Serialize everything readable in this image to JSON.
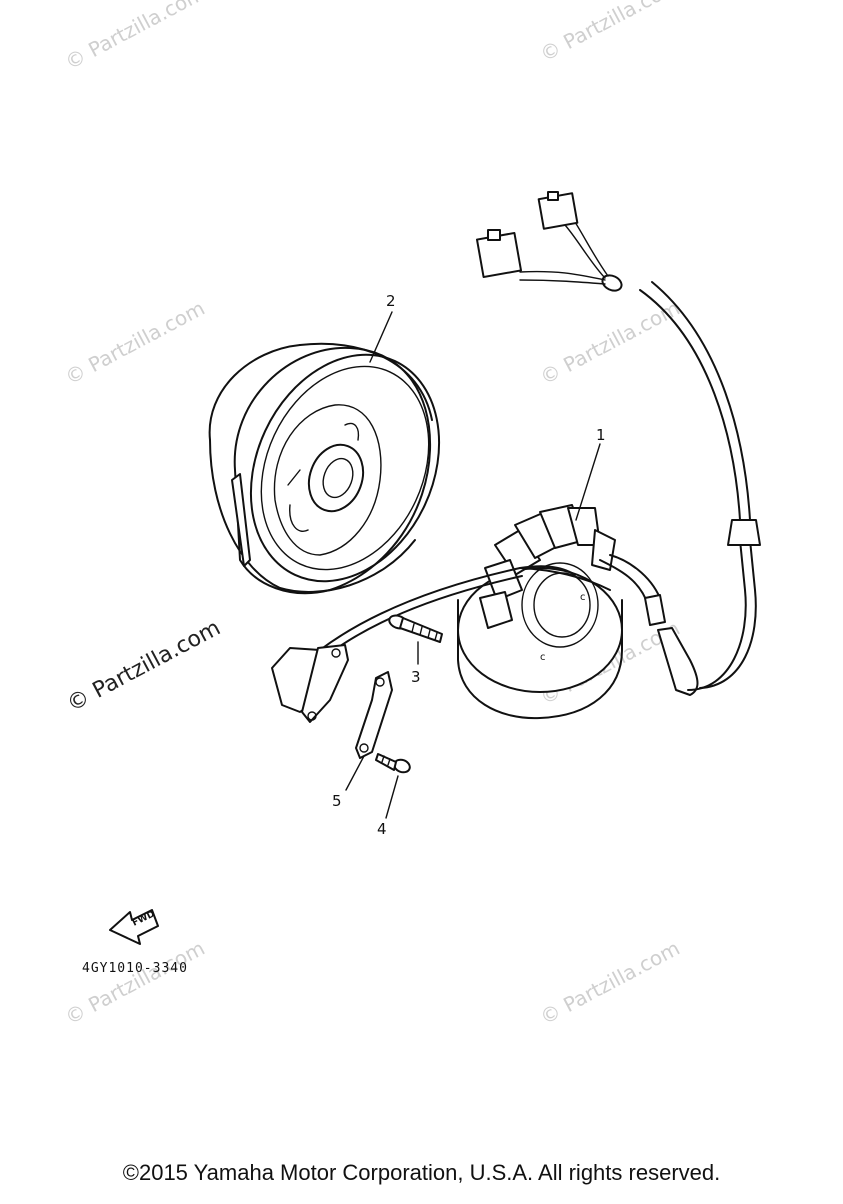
{
  "watermarks": {
    "small": "© Partzilla.com",
    "large": "© Partzilla.com"
  },
  "callouts": {
    "c1": "1",
    "c2": "2",
    "c3": "3",
    "c4": "4",
    "c5": "5"
  },
  "fwd_label": "FWD",
  "part_number": "4GY1010-3340",
  "copyright": "©2015 Yamaha Motor Corporation, U.S.A. All rights reserved."
}
